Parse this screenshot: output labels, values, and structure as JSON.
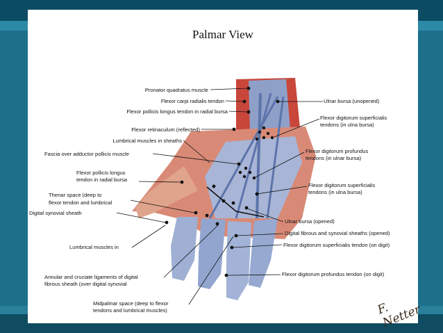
{
  "title": "Palmar View",
  "labels": {
    "pronator_quadratus": "Pronator quadratus muscle",
    "flexor_carpi_radialis": "Flexor carpi radialis tendon",
    "fpl_radial_bursa": "Flexor pollicis longus tendon in radial bursa",
    "flexor_retinaculum": "Flexor retinaculum (reflected)",
    "lumbrical_sheaths": "Lumbrical muscles in sheaths",
    "fascia_adductor": "Fascia over adductor pollicis muscle",
    "fpl_line1": "Flexor pollicis longus",
    "fpl_line2": "tendon in radial bursa",
    "thenar_line1": "Thenar space (deep to",
    "thenar_line2": "flexor tendon and lumbrical",
    "digital_synovial": "Digital synovial sheath",
    "lumbrical_in": "Lumbrical muscles in",
    "annular_line1": "Annular and cruciate ligaments of digital",
    "annular_line2": "fibrous sheath (over digital synovial",
    "midpalmar_line1": "Midpalmar space (deep to flexor",
    "midpalmar_line2": "tendons and lumbrical muscles)",
    "ulnar_bursa_unopened": "Ulnar bursa (unopened)",
    "fds_ulna_1_line1": "Flexor digitorum superficialis",
    "fds_ulna_1_line2": "tendons (in ulna bursa)",
    "fdp_line1": "Flexor digitorum profundus",
    "fdp_line2": "tendons (in ulnar bursa)",
    "fds_ulna_2_line1": "Flexor digitorum superficialis",
    "fds_ulna_2_line2": "tendons (in ulna bursa)",
    "ulnar_bursa_opened": "Ulnar bursa (opened)",
    "digital_fibrous": "Digital fibrous and synovial sheaths (opened)",
    "fds_on_digit": "Flexor digitorum superficialis tendon (on digit)",
    "fdp_on_digit": "Flexor digitorum profundus tendon (on digit)"
  },
  "colors": {
    "muscle": "#c9463a",
    "tendon": "#6f86b8",
    "sheath": "#b9c3dd",
    "skin": "#e9b79a",
    "background_teal": "#1d6f8a"
  }
}
